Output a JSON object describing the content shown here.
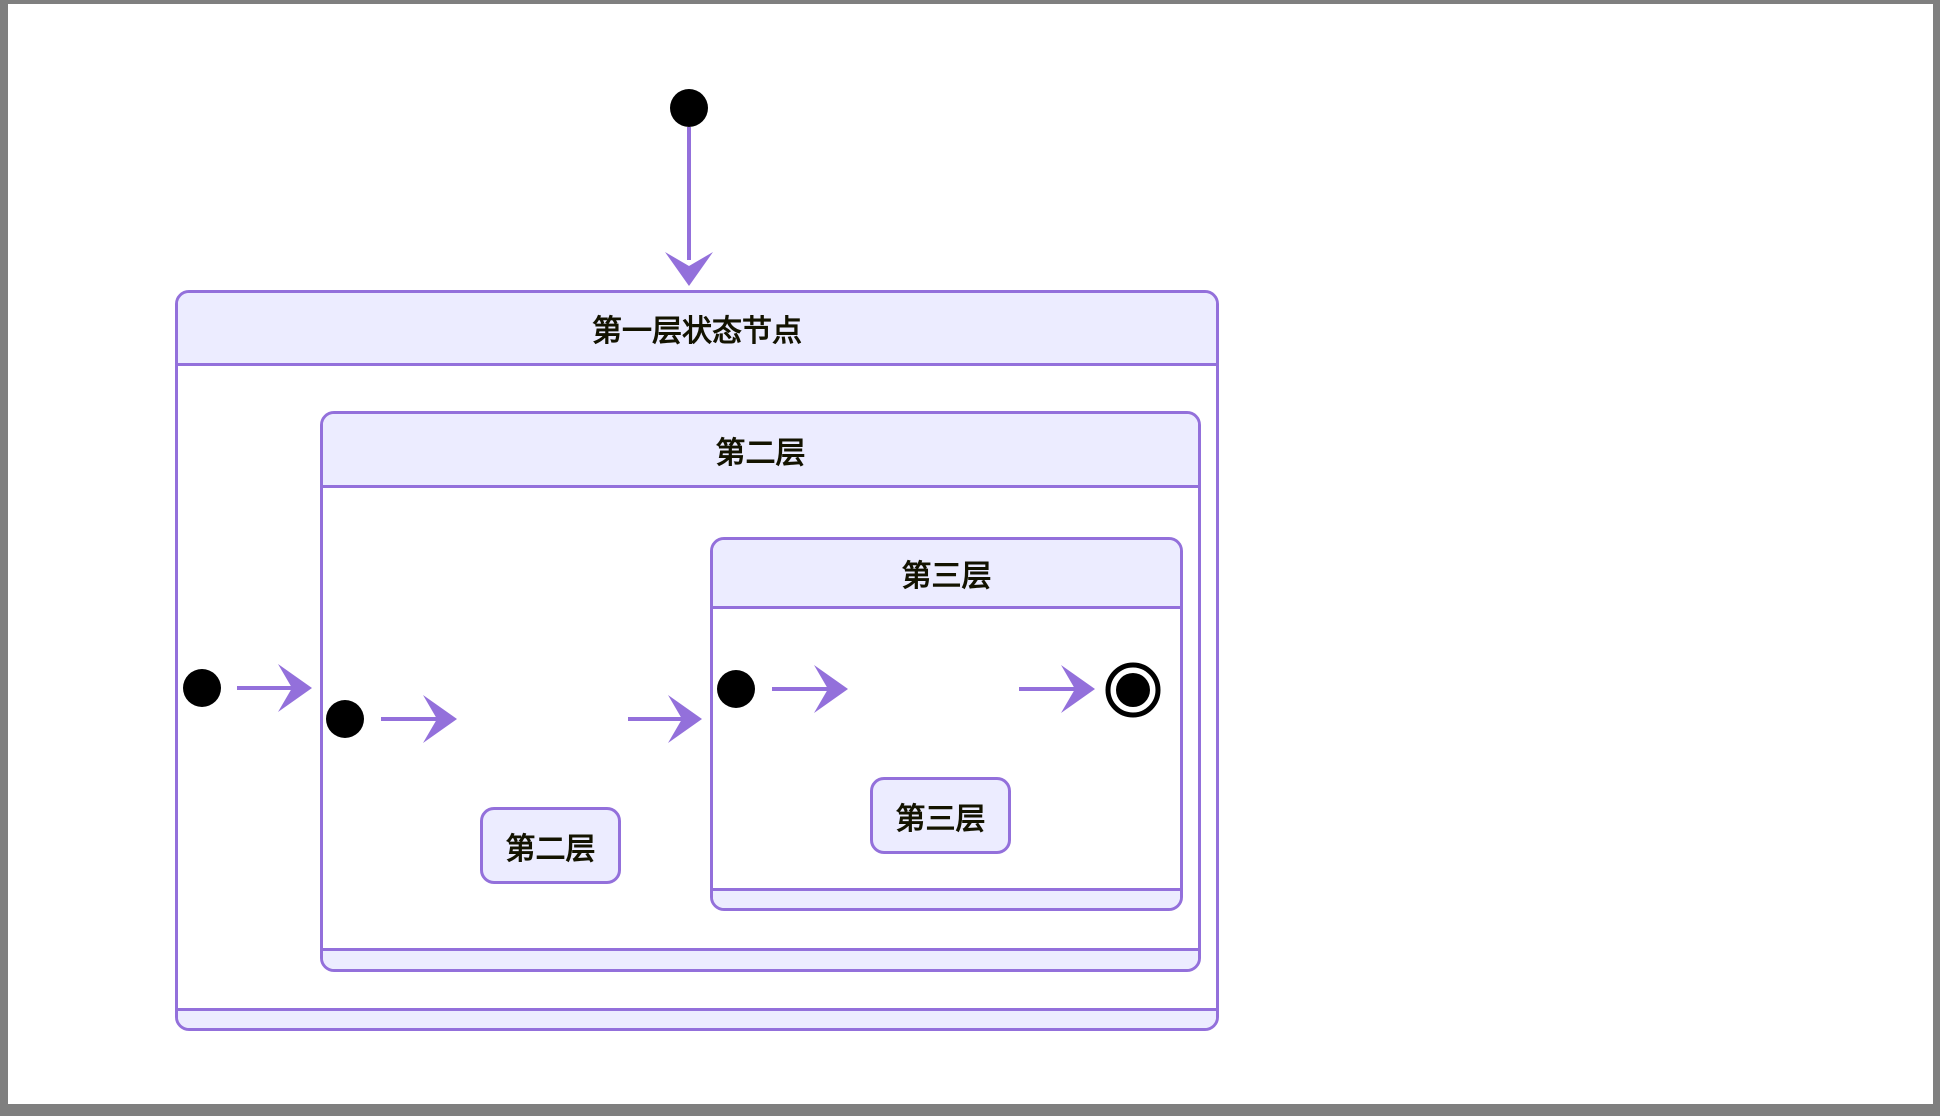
{
  "diagram": {
    "type": "nested-state-diagram",
    "layers": [
      {
        "title": "第一层状态节点"
      },
      {
        "title": "第二层"
      },
      {
        "title": "第三层"
      }
    ],
    "nodes": [
      {
        "label": "第二层"
      },
      {
        "label": "第三层"
      }
    ],
    "symbols": {
      "start": "initial-state-dot",
      "end": "final-state-circle"
    },
    "colors": {
      "state_fill": "#ECECFF",
      "state_stroke": "#9370DB",
      "arrow": "#9370DB",
      "text": "#131300",
      "frame": "#7f7f7f",
      "background": "#FFFFFF",
      "dot": "#000000"
    }
  }
}
